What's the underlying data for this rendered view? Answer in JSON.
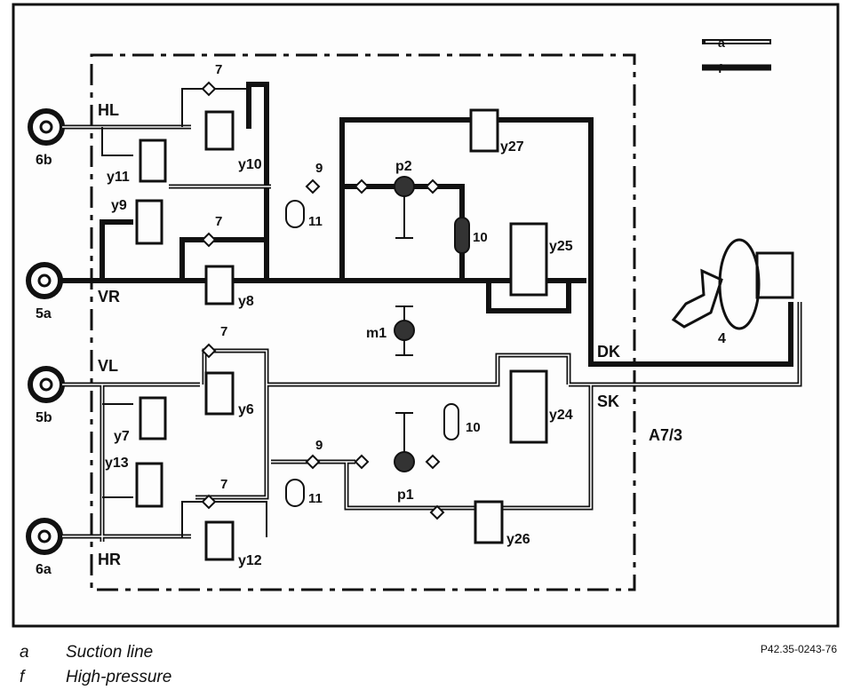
{
  "diagram": {
    "legend_codes": {
      "a": "a",
      "f": "f"
    },
    "wheels": {
      "hl": "6b",
      "vr": "5a",
      "vl": "5b",
      "hr": "6a"
    },
    "circuits": {
      "hl": "HL",
      "vr": "VR",
      "vl": "VL",
      "hr": "HR"
    },
    "valves": {
      "y10": "y10",
      "y11": "y11",
      "y9": "y9",
      "y8": "y8",
      "y6": "y6",
      "y7": "y7",
      "y13": "y13",
      "y12": "y12",
      "y27": "y27",
      "y25": "y25",
      "y24": "y24",
      "y26": "y26"
    },
    "components": {
      "c7_top": "7",
      "c7_mid": "7",
      "c7_low1": "7",
      "c7_low2": "7",
      "c9_top": "9",
      "c9_bot": "9",
      "c11_top": "11",
      "c11_bot": "11",
      "c10_top": "10",
      "c10_bot": "10",
      "p1": "p1",
      "p2": "p2",
      "m1": "m1",
      "c4": "4"
    },
    "lines": {
      "dk": "DK",
      "sk": "SK"
    },
    "unit": "A7/3"
  },
  "legend": {
    "items": [
      {
        "key": "a",
        "text": "Suction line"
      },
      {
        "key": "f",
        "text": "High-pressure"
      }
    ]
  },
  "reference": "P42.35-0243-76",
  "colors": {
    "line": "#111111",
    "frame": "#111111",
    "background": "#fdfdfd"
  }
}
